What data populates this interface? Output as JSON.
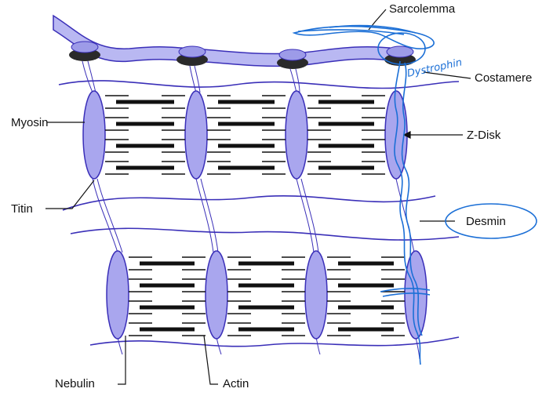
{
  "labels": {
    "sarcolemma": "Sarcolemma",
    "costamere": "Costamere",
    "myosin": "Myosin",
    "zdisk": "Z-Disk",
    "titin": "Titin",
    "desmin": "Desmin",
    "nebulin": "Nebulin",
    "actin": "Actin"
  },
  "annotations": {
    "dystrophin": "Dystrophin"
  },
  "colors": {
    "membrane": "#b9b8f2",
    "outline": "#3a2fb8",
    "zdisk_fill": "#a9a6ee",
    "filament": "#111111",
    "costamere": "#2a2a2a",
    "pen": "#1b6fd6"
  }
}
